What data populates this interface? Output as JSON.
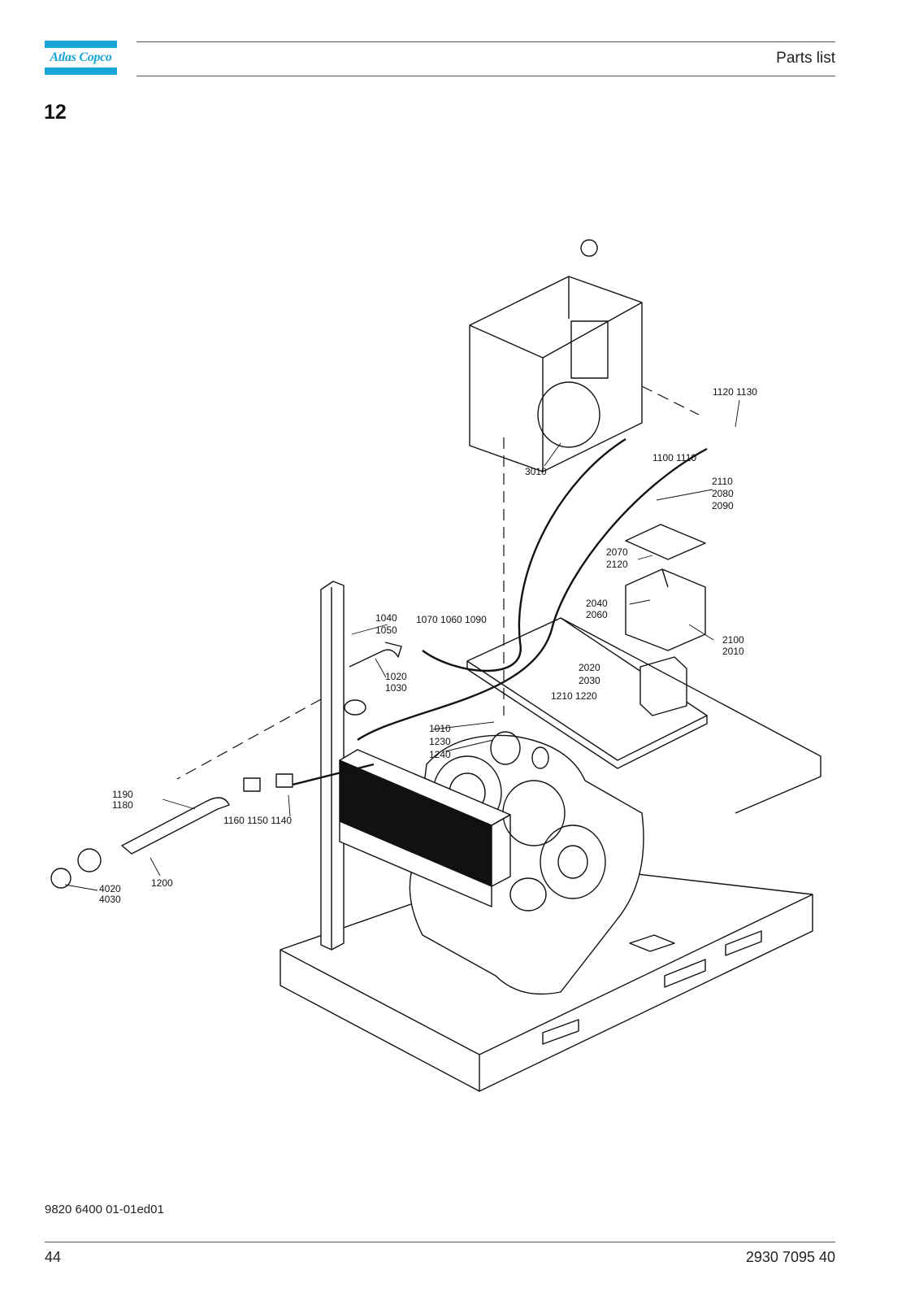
{
  "header": {
    "brand": "Atlas Copco",
    "title": "Parts list"
  },
  "section_number": "12",
  "diagram": {
    "callouts": [
      "1120 1130",
      "1100 1110",
      "3010",
      "2110",
      "2080",
      "2090",
      "2070",
      "2120",
      "2040",
      "2060",
      "2100",
      "2010",
      "1040",
      "1050",
      "1070 1060 1090",
      "1020",
      "1030",
      "2020",
      "2030",
      "1210 1220",
      "1010",
      "1230",
      "1240",
      "1190",
      "1180",
      "1160 1150 1140",
      "1200",
      "4020",
      "4030"
    ]
  },
  "footer": {
    "doc_id": "9820 6400 01-01ed01",
    "page_number": "44",
    "doc_ref": "2930 7095 40"
  }
}
